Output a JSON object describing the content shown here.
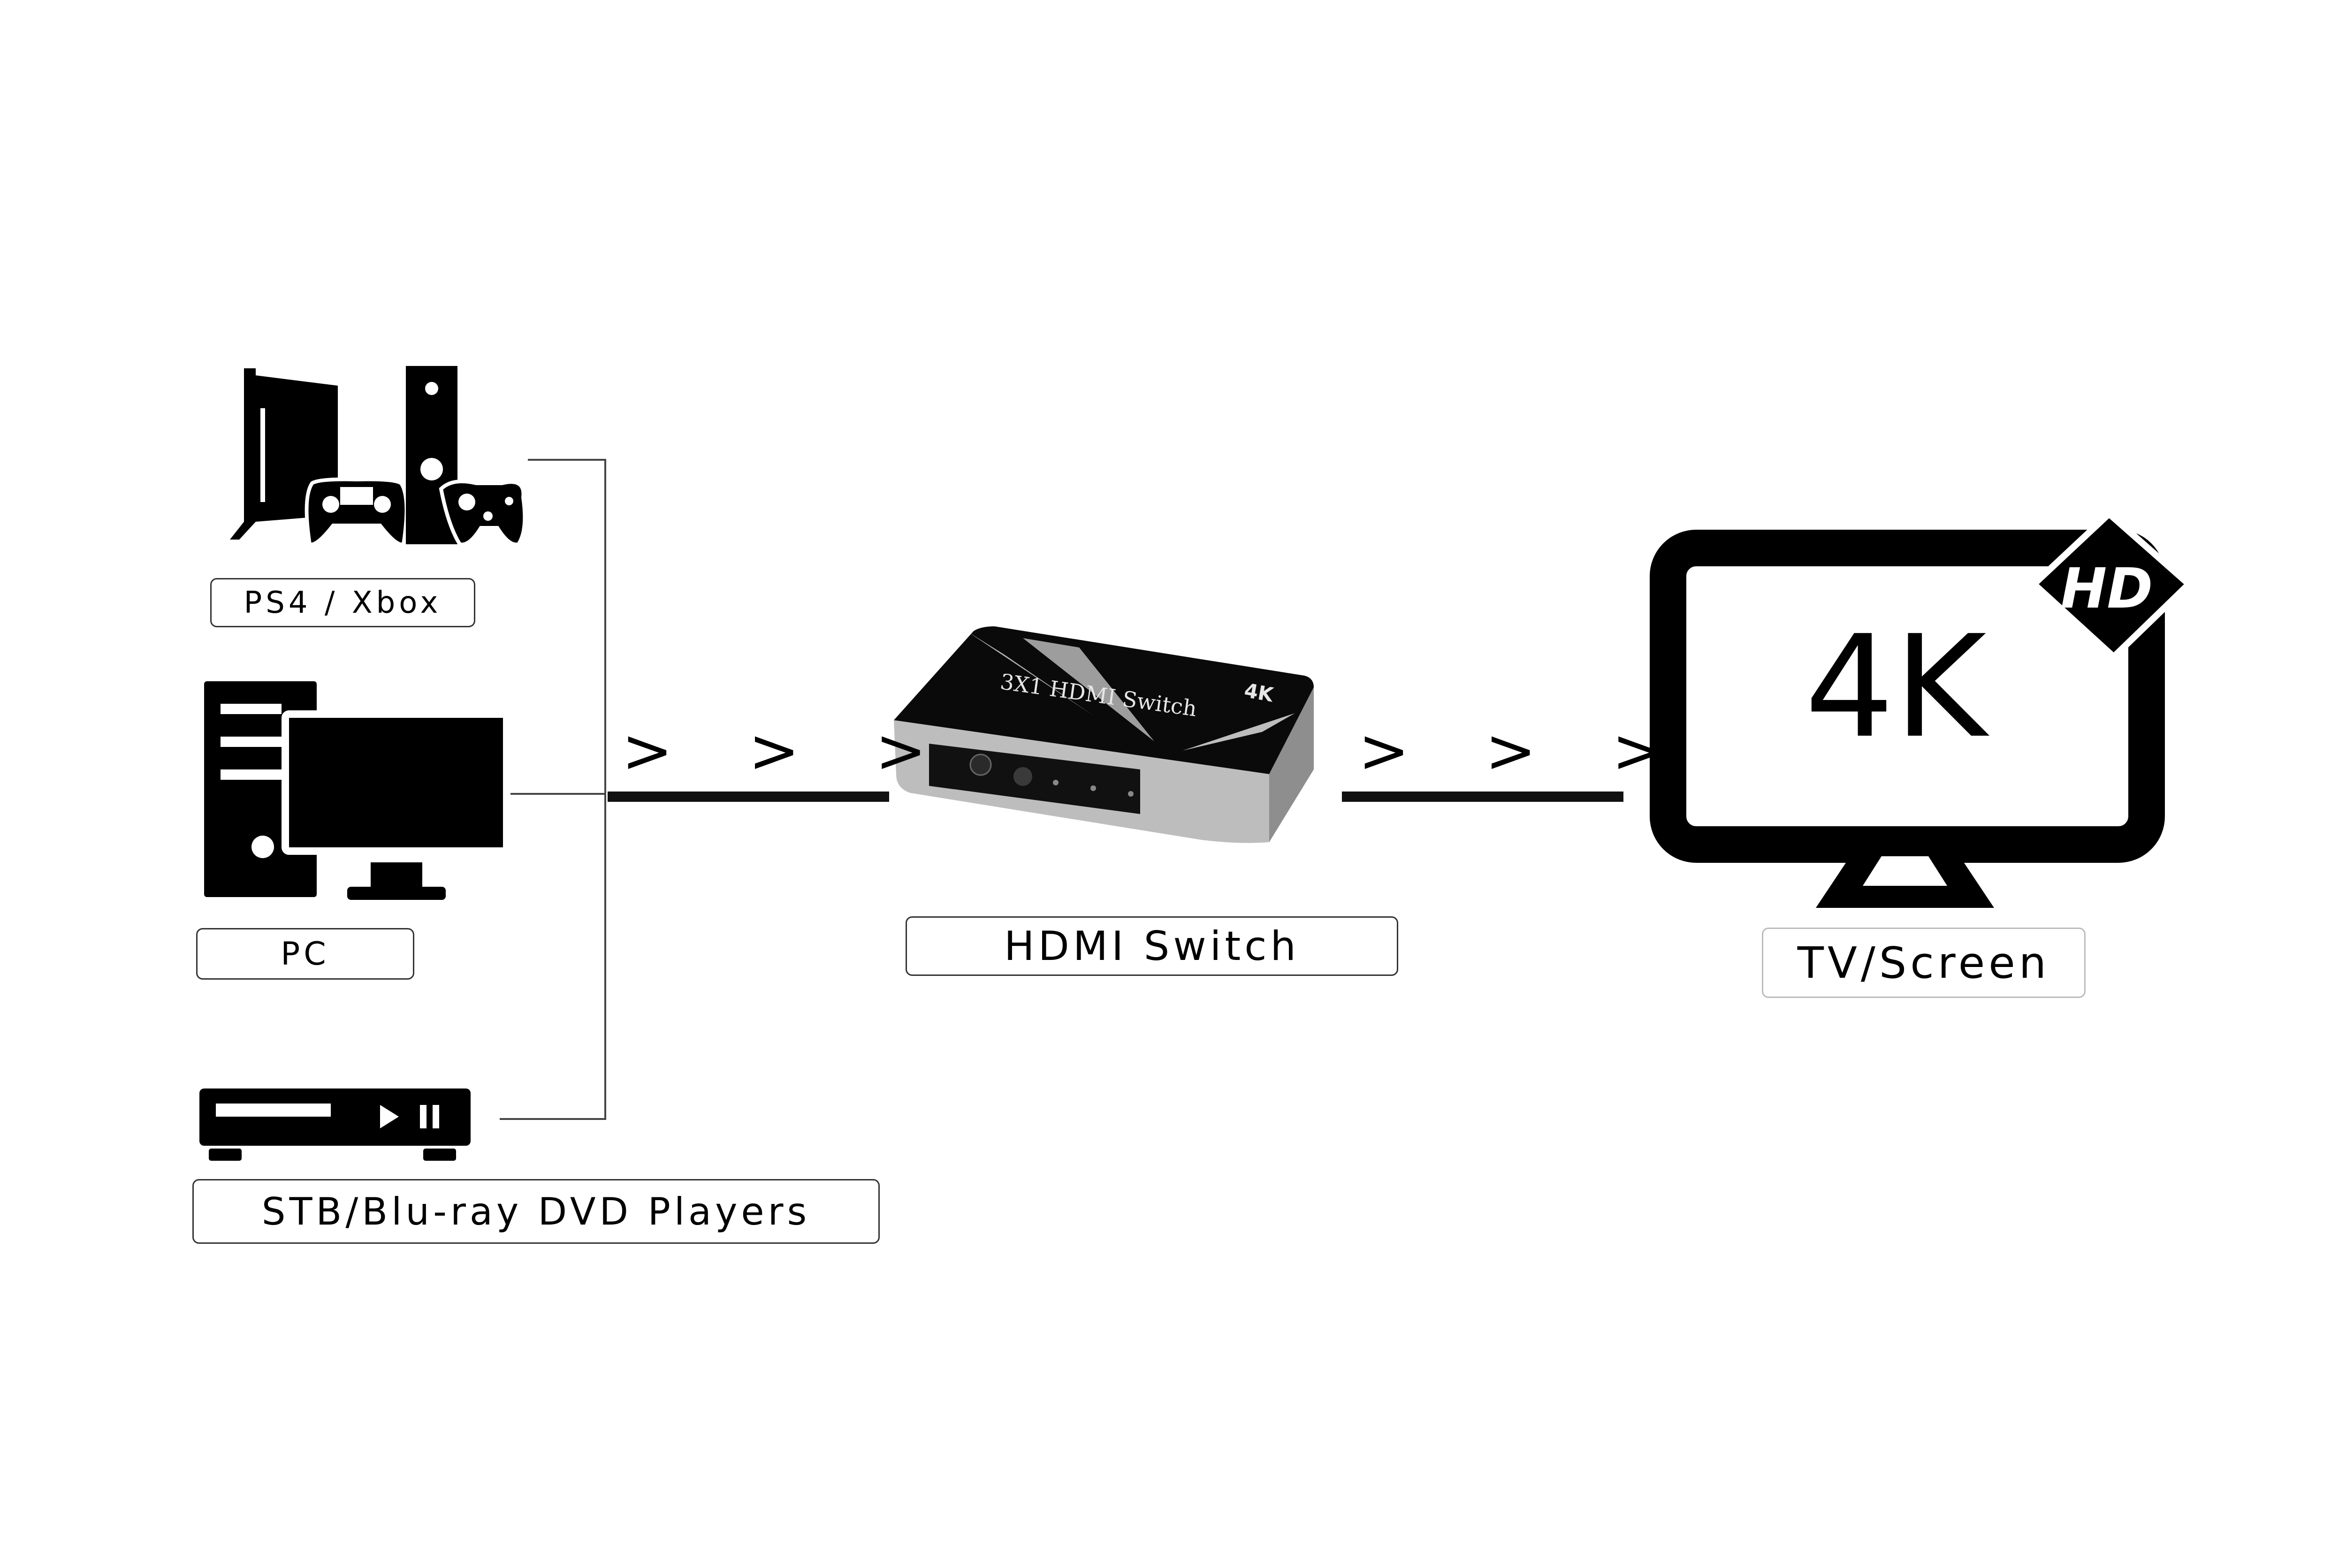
{
  "labels": {
    "console": "PS4 / Xbox",
    "pc": "PC",
    "player": "STB/Blu-ray DVD Players",
    "switch": "HDMI Switch",
    "tv": "TV/Screen"
  },
  "switch_device": {
    "top_text": "3X1 HDMI Switch",
    "badge": "4K"
  },
  "tv": {
    "screen_text": "4K",
    "badge": "HD"
  },
  "arrows": {
    "left": "> > >",
    "right": "> > >"
  },
  "colors": {
    "ink": "#000000",
    "line": "#333333",
    "device_silver": "#b8b8b8"
  }
}
